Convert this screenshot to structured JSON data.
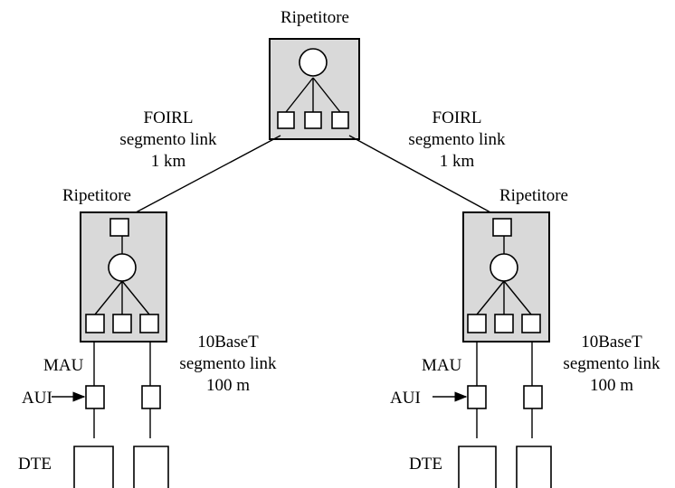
{
  "repeaters": {
    "top_label": "Ripetitore",
    "left_label": "Ripetitore",
    "right_label": "Ripetitore"
  },
  "foirl_left": {
    "line1": "FOIRL",
    "line2": "segmento link",
    "line3": "1 km"
  },
  "foirl_right": {
    "line1": "FOIRL",
    "line2": "segmento link",
    "line3": "1 km"
  },
  "tbase_left": {
    "line1": "10BaseT",
    "line2": "segmento link",
    "line3": "100 m"
  },
  "tbase_right": {
    "line1": "10BaseT",
    "line2": "segmento link",
    "line3": "100 m"
  },
  "left_group": {
    "mau": "MAU",
    "aui": "AUI",
    "dte": "DTE"
  },
  "right_group": {
    "mau": "MAU",
    "aui": "AUI",
    "dte": "DTE"
  }
}
